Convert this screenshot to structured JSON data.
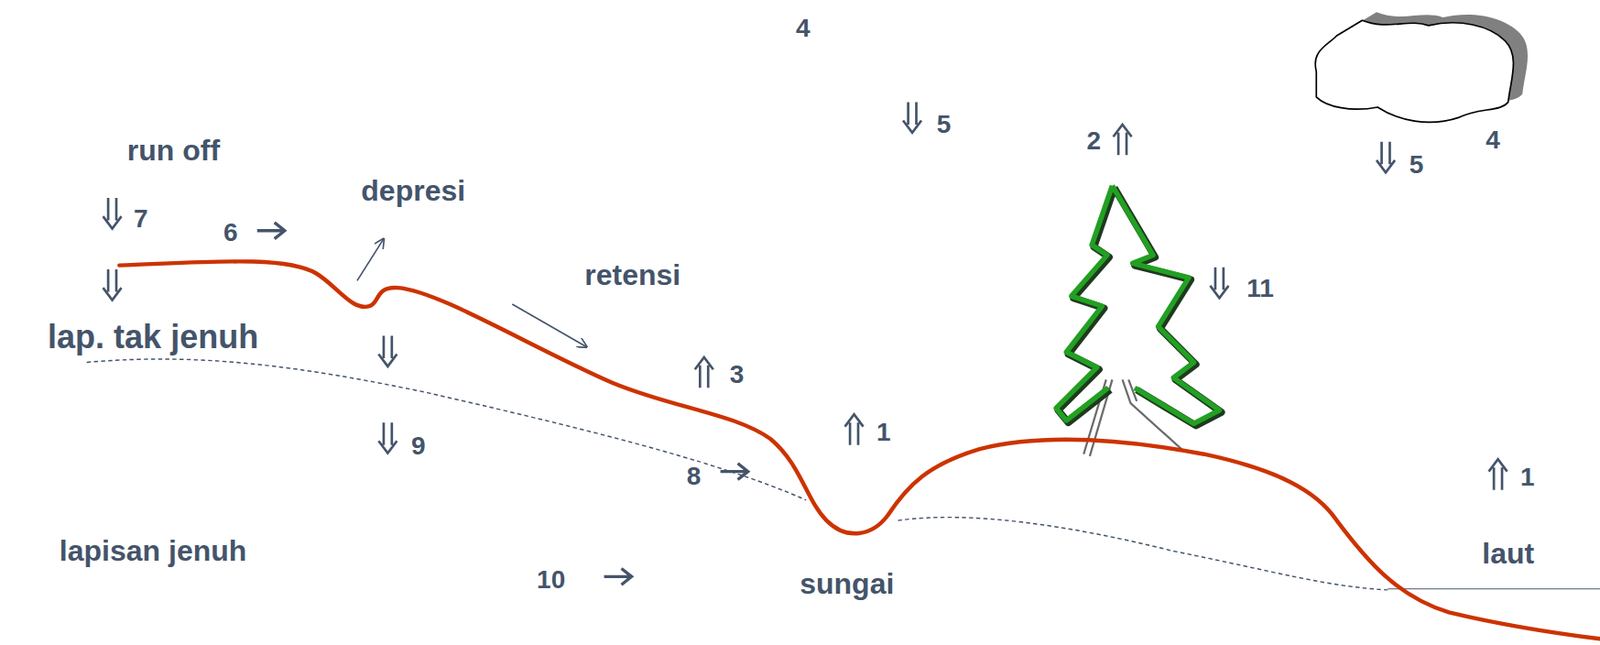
{
  "diagram": {
    "labels": [
      "4",
      "run off",
      "5",
      "2",
      "4",
      "5",
      "7",
      "6",
      "depresi",
      "retensi",
      "11",
      "lap. tak jenuh",
      "3",
      "1",
      "9",
      "8",
      "1",
      "lapisan jenuh",
      "10",
      "sungai",
      "laut"
    ]
  }
}
